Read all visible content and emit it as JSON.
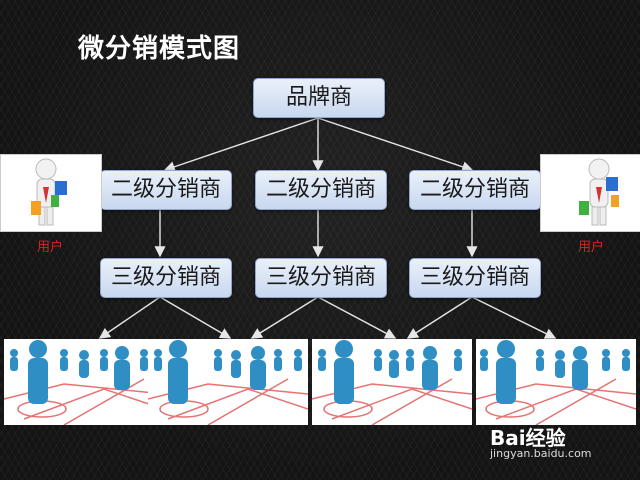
{
  "title": "微分销模式图",
  "nodes": {
    "brand": "品牌商",
    "level2": [
      "二级分销商",
      "二级分销商",
      "二级分销商"
    ],
    "level3": [
      "三级分销商",
      "三级分销商",
      "三级分销商"
    ]
  },
  "users": {
    "left": "用户",
    "right": "用户"
  },
  "watermark": {
    "brand": "Bai经验",
    "url": "jingyan.baidu.com"
  },
  "colors": {
    "node_fill": "#dbe5f5",
    "node_border": "#8fa7cc",
    "user_label": "#e02020",
    "figure_blue": "#2f8fc4",
    "network_red": "#e05050"
  },
  "icons": [
    "user-with-shopping-bags-icon",
    "crowd-network-icon",
    "baidu-paw-icon"
  ]
}
